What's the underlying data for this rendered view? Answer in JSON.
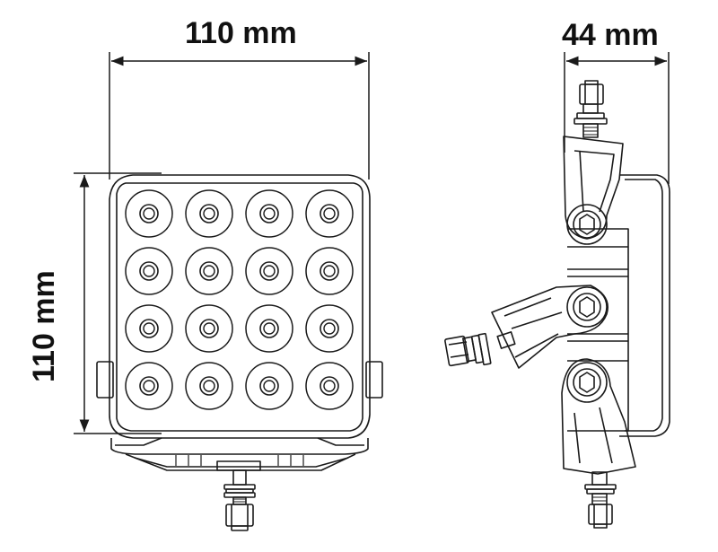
{
  "dimensions": {
    "width_label": "110 mm",
    "height_label": "110 mm",
    "depth_label": "44 mm"
  },
  "front_view": {
    "led_grid": {
      "rows": 4,
      "cols": 4
    }
  },
  "colors": {
    "line": "#1a1a1a",
    "background": "#ffffff"
  }
}
